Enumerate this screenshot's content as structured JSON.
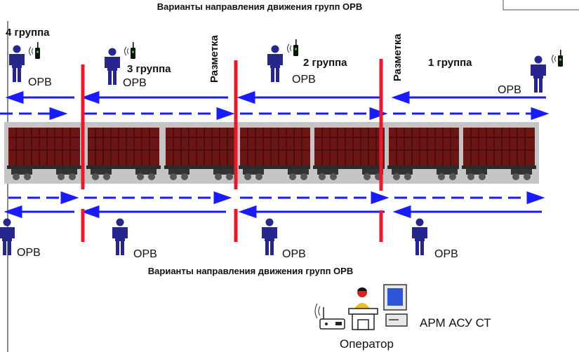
{
  "title_top": "Варианты направления движения групп ОРВ",
  "title_bottom": "Варианты направления движения групп ОРВ",
  "groups": {
    "g4": "4  группа",
    "g3": "3  группа",
    "g2": "2 группа",
    "g1": "1 группа"
  },
  "marking_label": "Разметка",
  "worker_label": "ОРВ",
  "operator_label": "Оператор",
  "system_label": "АРМ АСУ СТ",
  "colors": {
    "arrow": "#1a1aff",
    "divider": "#e8192c",
    "wagon": "#6b1515",
    "worker": "#26268c",
    "ground": "#c8c8c8"
  }
}
